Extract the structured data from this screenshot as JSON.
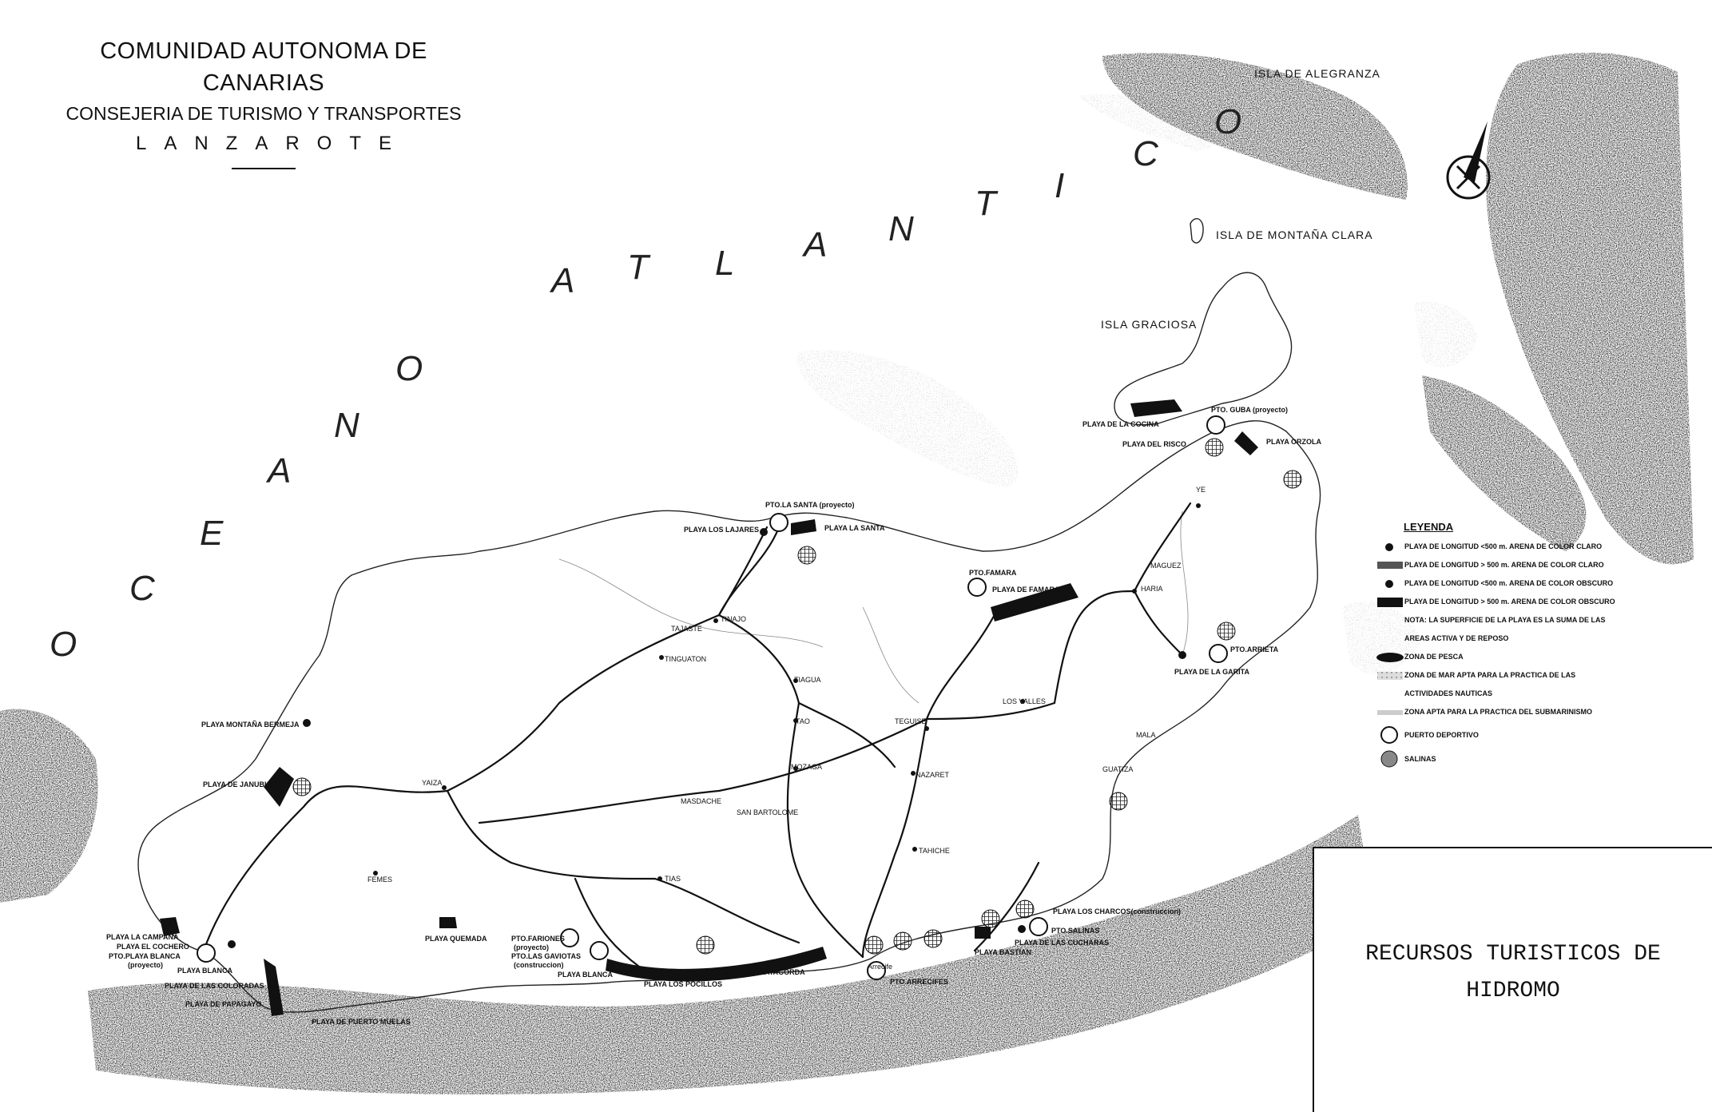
{
  "header": {
    "line1": "COMUNIDAD AUTONOMA DE CANARIAS",
    "line2": "CONSEJERIA DE TURISMO Y TRANSPORTES",
    "line3": "LANZAROTE"
  },
  "ocean_letters": [
    "O",
    "C",
    "E",
    "A",
    "N",
    "O",
    "A",
    "T",
    "L",
    "A",
    "N",
    "T",
    "I",
    "C",
    "O"
  ],
  "islands": {
    "alegranza": "ISLA DE ALEGRANZA",
    "montana_clara": "ISLA DE MONTAÑA CLARA",
    "graciosa": "ISLA GRACIOSA"
  },
  "towns": {
    "tinajo": "TINAJO",
    "tajaste": "TAJASTE",
    "tinguaton": "TINGUATON",
    "tiagua": "TIAGUA",
    "tao": "TAO",
    "mozaga": "MOZAGA",
    "masdache": "MASDACHE",
    "san_bartolome": "SAN BARTOLOME",
    "yaiza": "YAIZA",
    "femes": "FEMES",
    "tias": "TIAS",
    "teguise": "TEGUISE",
    "nazaret": "NAZARET",
    "tahiche": "TAHICHE",
    "los_valles": "LOS VALLES",
    "haria": "HARIA",
    "maguez": "MAGUEZ",
    "ye": "YE",
    "mala": "MALA",
    "guatiza": "GUATIZA",
    "arrecife": "Arrecife"
  },
  "places": {
    "playa_cocina": "PLAYA DE LA COCINA",
    "pto_guba": "PTO. GUBA (proyecto)",
    "playa_risco": "PLAYA DEL RISCO",
    "playa_orzola": "PLAYA ORZOLA",
    "pto_la_santa": "PTO.LA SANTA (proyecto)",
    "playa_lajares": "PLAYA LOS LAJARES",
    "playa_la_santa": "PLAYA LA SANTA",
    "pto_famara": "PTO.FAMARA",
    "playa_famara": "PLAYA DE FAMARA",
    "pto_arrieta": "PTO.ARRIETA",
    "playa_garita": "PLAYA DE LA GARITA",
    "playa_bermeja": "PLAYA MONTAÑA BERMEJA",
    "playa_janubio": "PLAYA DE JANUBIO",
    "playa_campana": "PLAYA LA CAMPANA",
    "playa_cochero": "PLAYA EL COCHERO",
    "pto_playa_blanca": "PTO.PLAYA BLANCA",
    "proyecto": "(proyecto)",
    "playa_blanca_w": "PLAYA BLANCA",
    "playa_coloradas": "PLAYA DE LAS COLORADAS",
    "playa_papagayo": "PLAYA DE PAPAGAYO",
    "playa_puerto_muelas": "PLAYA DE PUERTO MUELAS",
    "playa_quemada": "PLAYA QUEMADA",
    "pto_fariones": "PTO.FARIONES",
    "pto_fariones_note": "(proyecto)",
    "pto_gaviotas": "PTO.LAS GAVIOTAS",
    "pto_gaviotas_note": "(construccion)",
    "playa_blanca_e": "PLAYA BLANCA",
    "playa_pocillos": "PLAYA LOS POCILLOS",
    "playa_matagorda": "PLAYA DEMATAGORDA",
    "pto_arrecifes": "PTO.ARRECIFES",
    "playa_charcos": "PLAYA LOS CHARCOS(construccion)",
    "pto_salinas": "PTO.SALINAS",
    "playa_cucharas": "PLAYA DE LAS CUCHARAS",
    "playa_bastian": "PLAYA BASTIAN"
  },
  "legend": {
    "title": "LEYENDA",
    "items": [
      {
        "symbol": "dot-small",
        "text": "PLAYA DE LONGITUD <500 m. ARENA DE COLOR CLARO"
      },
      {
        "symbol": "bar-hatched",
        "text": "PLAYA DE LONGITUD > 500 m. ARENA DE COLOR CLARO"
      },
      {
        "symbol": "dot-small",
        "text": "PLAYA DE LONGITUD <500 m. ARENA DE COLOR OBSCURO"
      },
      {
        "symbol": "bar-solid",
        "text": "PLAYA DE LONGITUD > 500 m. ARENA DE COLOR OBSCURO"
      },
      {
        "symbol": "none",
        "text": "NOTA: LA SUPERFICIE DE LA PLAYA ES LA SUMA DE LAS"
      },
      {
        "symbol": "none",
        "text": "AREAS ACTIVA Y DE REPOSO"
      },
      {
        "symbol": "zone-dark",
        "text": "ZONA DE PESCA"
      },
      {
        "symbol": "zone-dots",
        "text": "ZONA DE MAR APTA PARA LA PRACTICA DE LAS"
      },
      {
        "symbol": "none",
        "text": "ACTIVIDADES NAUTICAS"
      },
      {
        "symbol": "zone-dots",
        "text": "ZONA APTA PARA LA PRACTICA DEL SUBMARINISMO"
      },
      {
        "symbol": "circle",
        "text": "PUERTO DEPORTIVO"
      },
      {
        "symbol": "circle-hatched",
        "text": "SALINAS"
      }
    ]
  },
  "title_box": {
    "line1": "RECURSOS TURISTICOS DE",
    "line2": "HIDROMO"
  },
  "colors": {
    "ink": "#111111",
    "paper": "#ffffff",
    "stipple": "#1a1a1a"
  }
}
